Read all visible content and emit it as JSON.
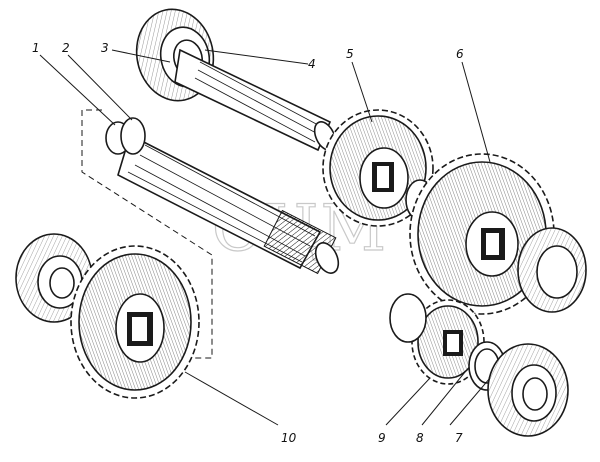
{
  "figure": {
    "watermark": "СЦМ",
    "callouts": [
      "1",
      "2",
      "3",
      "4",
      "5",
      "6",
      "7",
      "8",
      "9",
      "10"
    ]
  }
}
